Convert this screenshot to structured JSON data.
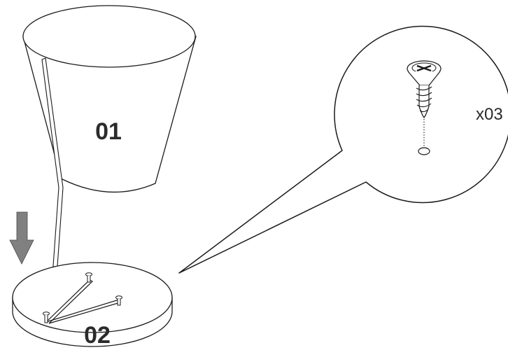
{
  "parts": {
    "shade_label": "01",
    "base_label": "02"
  },
  "detail": {
    "screw_quantity": "x03",
    "fastener_icon": "countersunk-screw-icon"
  },
  "colors": {
    "line": "#1a1a1a",
    "arrow": "#808080",
    "text": "#2b2b2b"
  }
}
